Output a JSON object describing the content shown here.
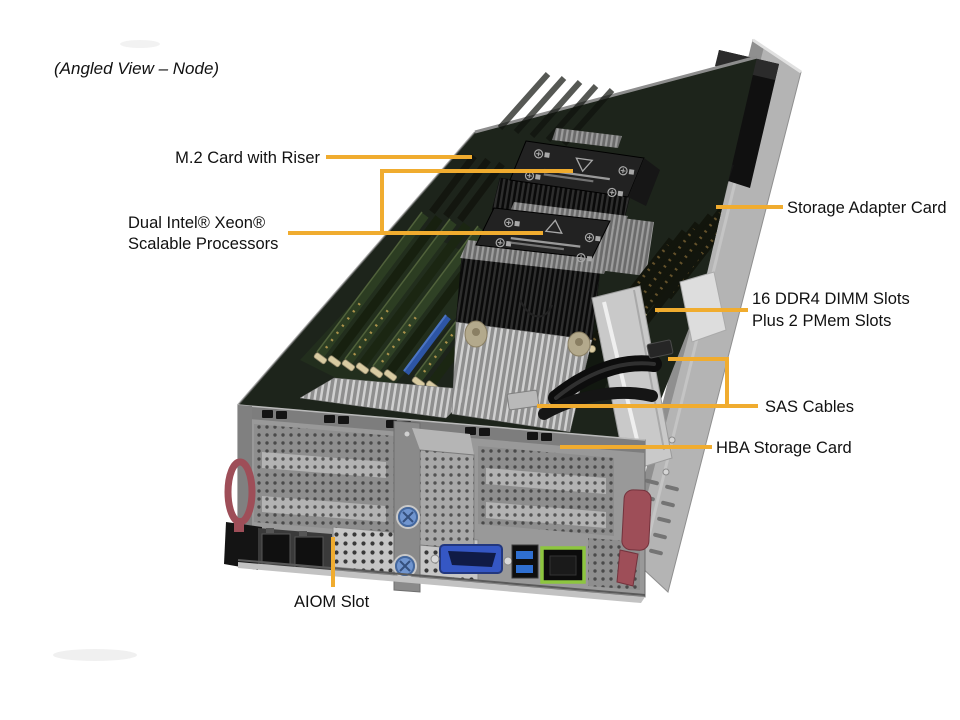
{
  "diagram": {
    "title": "(Angled View – Node)",
    "accent_color": "#F0AC2F"
  },
  "callouts": {
    "m2": {
      "label": "M.2 Card with Riser"
    },
    "cpu": {
      "label_line1": "Dual Intel® Xeon®",
      "label_line2": "Scalable Processors"
    },
    "storage_adapter": {
      "label": "Storage Adapter Card"
    },
    "dimm": {
      "label_line1": "16 DDR4 DIMM Slots",
      "label_line2": "Plus 2 PMem Slots"
    },
    "sas": {
      "label": "SAS Cables"
    },
    "hba": {
      "label": "HBA Storage Card"
    },
    "aiom": {
      "label": "AIOM Slot"
    }
  },
  "illustration_colors": {
    "callout_line": "#F0AC2F",
    "chassis_gray": "#b4b4b4",
    "front_panel_gray": "#999999",
    "heatsink_black": "#222222",
    "dimm_green": "#2c3d22",
    "vga_blue": "#3557c4",
    "usb_blue": "#2f6fd0",
    "lan_green": "#8dc63f",
    "latch_red": "#9e4e58",
    "thumbscrew_blue": "#7095cf"
  }
}
